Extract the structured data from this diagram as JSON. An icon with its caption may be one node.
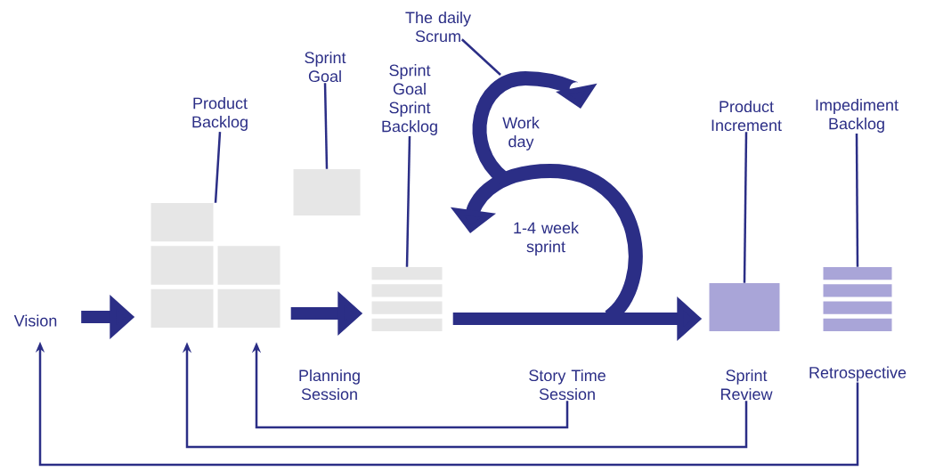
{
  "diagram": {
    "nodes": [
      {
        "text": [
          "Vision"
        ]
      },
      {
        "text": [
          "Product Backlog"
        ]
      },
      {
        "text": [],
        "shape": "box"
      },
      {
        "text": [
          "Sprint Goal"
        ]
      },
      {
        "text": [],
        "shape": "box"
      },
      {
        "text": [
          "Sprint Goal Sprint Backlog"
        ]
      },
      {
        "text": [],
        "shape": "box"
      },
      {
        "text": [
          "The daily Scrum"
        ]
      },
      {
        "text": [
          "Product Increment"
        ]
      },
      {
        "text": [],
        "shape": "box"
      },
      {
        "text": [
          "Impediment Backlog"
        ]
      },
      {
        "text": [],
        "shape": "box"
      },
      {
        "text": [
          "Story Time Session"
        ]
      },
      {
        "text": [
          "Sprint Review"
        ]
      },
      {
        "text": [
          "Retrospective"
        ]
      }
    ],
    "edges": [
      {
        "from": 0,
        "to": 2,
        "arrow": "to",
        "style": "thick"
      },
      {
        "from": 2,
        "to": 6,
        "arrow": "to",
        "style": "thick"
      },
      {
        "from": 6,
        "to": 9,
        "arrow": "to",
        "style": "thick"
      },
      {
        "from": 1,
        "to": 2,
        "arrow": "none"
      },
      {
        "from": 3,
        "to": 4,
        "arrow": "none"
      },
      {
        "from": 5,
        "to": 6,
        "arrow": "none"
      },
      {
        "from": 8,
        "to": 9,
        "arrow": "none"
      },
      {
        "from": 10,
        "to": 11,
        "arrow": "none"
      },
      {
        "from": 7,
        "to": null,
        "arrow": "none"
      },
      {
        "from": 12,
        "to": 2,
        "arrow": "to"
      },
      {
        "from": 13,
        "to": 2,
        "arrow": "to"
      },
      {
        "from": 14,
        "to": 0,
        "arrow": "to"
      }
    ],
    "labels": [
      "Work day",
      "1-4 week sprint",
      "Planning Session"
    ]
  }
}
